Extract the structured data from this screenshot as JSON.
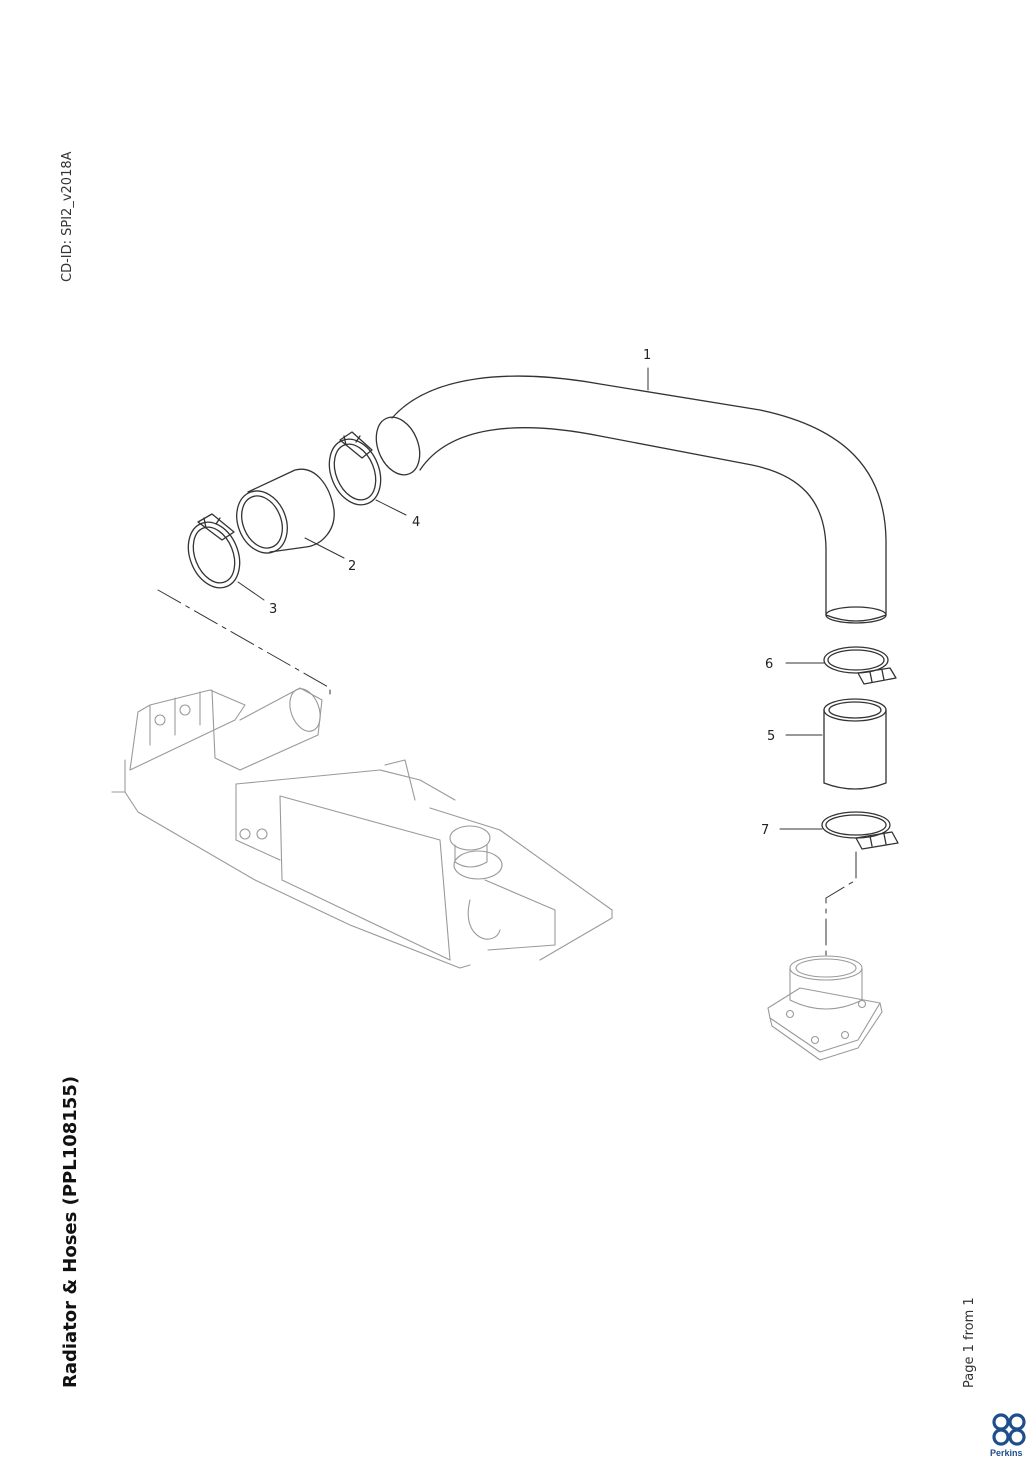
{
  "header": {
    "cd_id": "CD-ID: SPI2_v2018A"
  },
  "document": {
    "title": "Radiator & Hoses (PPL108155)"
  },
  "footer": {
    "page_info": "Page 1 from 1",
    "brand": "Perkins"
  },
  "callouts": [
    "1",
    "2",
    "3",
    "4",
    "5",
    "6",
    "7"
  ],
  "icons": {
    "logo": "perkins-logo-icon"
  },
  "colors": {
    "line": "#333333",
    "ghost": "#9a9a9a",
    "brand": "#1f4e8c"
  }
}
